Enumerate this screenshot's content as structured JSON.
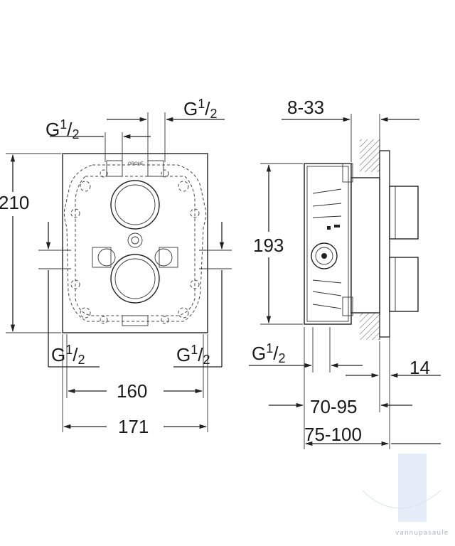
{
  "front_view": {
    "thread_top_left": {
      "base": "G",
      "num": "1",
      "den": "2"
    },
    "thread_top_right": {
      "base": "G",
      "num": "1",
      "den": "2"
    },
    "thread_bottom_left": {
      "base": "G",
      "num": "1",
      "den": "2"
    },
    "thread_bottom_right": {
      "base": "G",
      "num": "1",
      "den": "2"
    },
    "height": "210",
    "width_inner": "160",
    "width_outer": "171"
  },
  "side_view": {
    "wall_depth": "8-33",
    "height": "193",
    "thread": {
      "base": "G",
      "num": "1",
      "den": "2"
    },
    "trim_depth": "14",
    "install_depth_a": "70-95",
    "install_depth_b": "75-100"
  },
  "watermark": {
    "text": "vannupasaule",
    "colors": {
      "accent": "#c9dcf0",
      "text": "#9aa8b4"
    }
  }
}
